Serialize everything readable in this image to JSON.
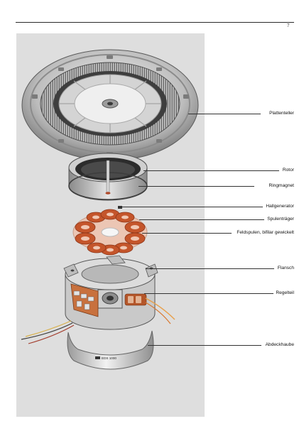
{
  "page_number": "7",
  "callouts": [
    {
      "id": "plattenteller",
      "label": "Plattenteller"
    },
    {
      "id": "rotor",
      "label": "Rotor"
    },
    {
      "id": "ringmagnet",
      "label": "Ringmagnet"
    },
    {
      "id": "hallgenerator",
      "label": "Hallgenerator"
    },
    {
      "id": "spulentraeger",
      "label": "Spulenträger"
    },
    {
      "id": "feldspulen",
      "label": "Feldspulen, bifilar gewickelt"
    },
    {
      "id": "flansch",
      "label": "Flansch"
    },
    {
      "id": "regelteil",
      "label": "Regelteil"
    },
    {
      "id": "abdeckhaube",
      "label": "Abdeckhaube"
    }
  ],
  "cover_print": {
    "model": "EDS 1000"
  }
}
